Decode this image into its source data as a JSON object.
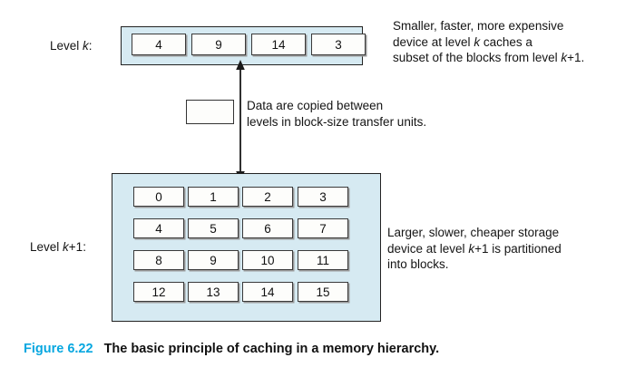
{
  "figure": {
    "caption_number": "Figure 6.22",
    "caption_text": "The basic principle of caching in a memory hierarchy.",
    "caption_number_color": "#07a7e0",
    "level_fill_color": "#d6eaf2",
    "block_fill_color": "#fdfdfb"
  },
  "level_k": {
    "label_prefix": "Level ",
    "label_var": "k",
    "label_suffix": ":",
    "blocks": [
      "4",
      "9",
      "14",
      "3"
    ]
  },
  "level_k1": {
    "label_prefix": "Level ",
    "label_var": "k",
    "label_plus": "+1",
    "label_suffix": ":",
    "rows": [
      [
        "0",
        "1",
        "2",
        "3"
      ],
      [
        "4",
        "5",
        "6",
        "7"
      ],
      [
        "8",
        "9",
        "10",
        "11"
      ],
      [
        "12",
        "13",
        "14",
        "15"
      ]
    ]
  },
  "annotations": {
    "cache": {
      "line1": "Smaller, faster, more expensive",
      "line2_a": "device at level ",
      "line2_var": "k",
      "line2_b": " caches a",
      "line3_a": "subset of the blocks from level ",
      "line3_var": "k",
      "line3_plus": "+1",
      "line3_b": "."
    },
    "transfer": {
      "line1": "Data are copied between",
      "line2": "levels in block-size transfer units."
    },
    "storage": {
      "line1": "Larger, slower, cheaper storage",
      "line2_a": "device at level ",
      "line2_var": "k",
      "line2_plus": "+1",
      "line2_b": " is partitioned",
      "line3": "into blocks."
    }
  }
}
